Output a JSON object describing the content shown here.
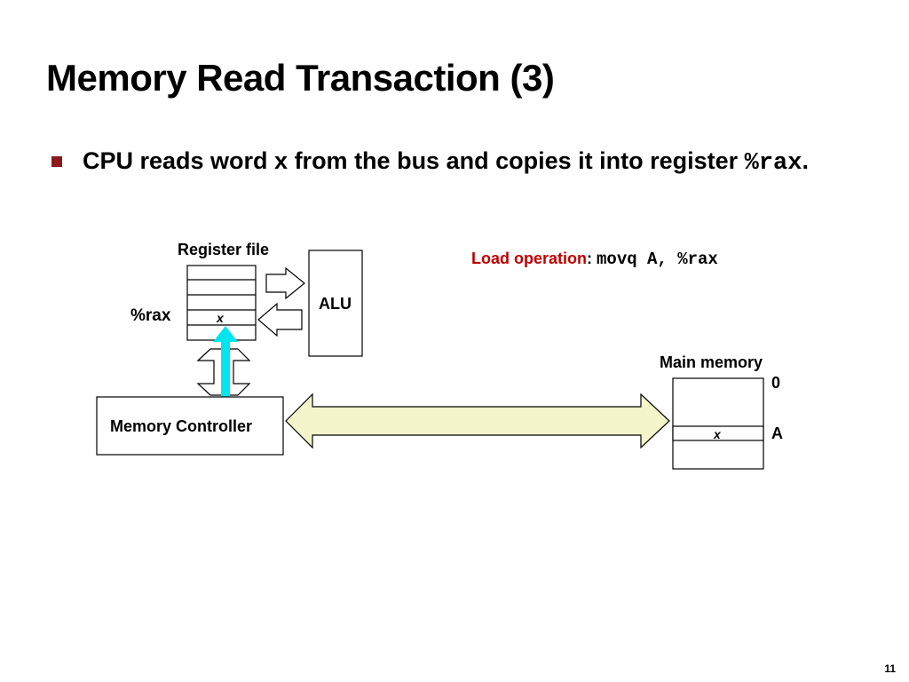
{
  "slide": {
    "title": "Memory Read Transaction (3)",
    "bullet": {
      "text": "CPU reads word x from the bus and copies it into register ",
      "code": "%rax",
      "suffix": "."
    },
    "page_number": "11"
  },
  "diagram": {
    "register_file_label": "Register file",
    "register_name": "%rax",
    "register_value": "x",
    "alu_label": "ALU",
    "load_operation": {
      "label": "Load operation",
      "colon": ":",
      "instruction": "movq A, %rax"
    },
    "main_memory_label": "Main memory",
    "memory_top_address": "0",
    "memory_address": "A",
    "memory_value": "x",
    "memory_controller_label": "Memory Controller"
  },
  "colors": {
    "bullet": "#8b1a1a",
    "load_operation": "#c00000",
    "bus_fill": "#f5f5cc",
    "data_arrow": "#00e5ee"
  }
}
